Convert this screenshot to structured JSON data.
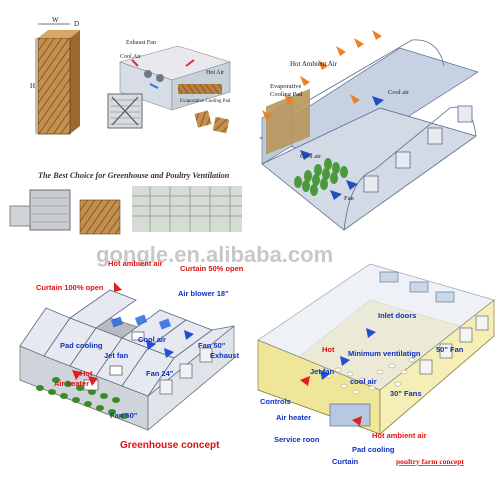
{
  "panel_tl": {
    "dim_w": "W",
    "dim_d": "D",
    "dim_h": "H",
    "exhaust_fan": "Exhaust Fan",
    "cool_air": "Cool Air",
    "hot_air": "Hot Air",
    "evaporative_cooling_pad": "Evaporative Cooling Pad"
  },
  "panel_tr": {
    "hot_ambient_air": "Hot Ambient Air",
    "evaporative_cooling_pad_line1": "Evaporative",
    "evaporative_cooling_pad_line2": "Cooling Pad",
    "cool_air_1": "Cool air",
    "cool_air_2": "Cool air",
    "fan": "Fan"
  },
  "panel_ml": {
    "slogan": "The Best Choice for Greenhouse and Poultry Ventilation"
  },
  "watermark": "gongle.en.alibaba.com",
  "greenhouse": {
    "hot_ambient_air": "Hot ambient air",
    "curtain_50_open": "Curtain 50% open",
    "curtain_100_open": "Curtain 100% open",
    "air_blower_18": "Air blower 18\"",
    "pad_cooling": "Pad cooling",
    "cool_air": "Cool air",
    "jet_fan": "Jet fan",
    "fan_50_exhaust_1": "Fan 50\"",
    "fan_50_exhaust_2": "Exhaust",
    "hot": "Hot",
    "air_heater": "Air heater",
    "fan_24": "Fan 24\"",
    "fan_50": "Fan 50\"",
    "caption": "Greenhouse concept"
  },
  "poultry": {
    "inlet_doors": "Inlet doors",
    "hot": "Hot",
    "minimum_ventilation": "Minimum ventilatign",
    "fan_50": "50\" Fan",
    "jet_fan": "Jet fan",
    "cool_air": "cool air",
    "fans_30": "30\" Fans",
    "controls": "Controls",
    "air_heater": "Air heater",
    "service_room": "Service roon",
    "hot_ambient_air": "Hot ambient air",
    "pad_cooling": "Pad cooling",
    "curtain": "Curtain",
    "caption": "poultry farm concept"
  }
}
